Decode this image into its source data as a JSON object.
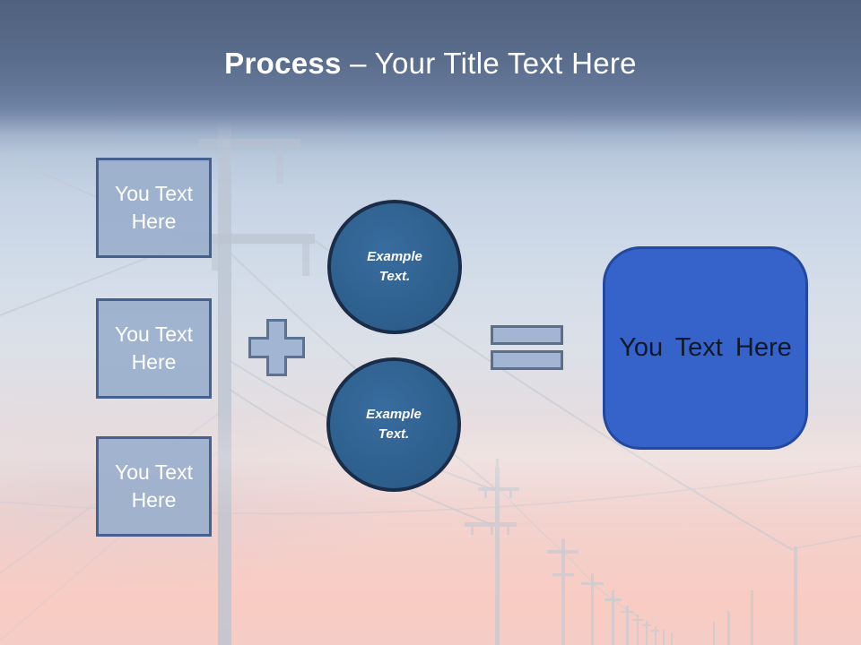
{
  "slide": {
    "title": {
      "bold": "Process",
      "rest": " – Your Title Text Here"
    },
    "input_boxes": [
      {
        "label": "You Text Here"
      },
      {
        "label": "You Text Here"
      },
      {
        "label": "You Text Here"
      }
    ],
    "operators": {
      "plus": "plus-sign",
      "equals": "equals-sign"
    },
    "example_circles": [
      {
        "label": "Example Text."
      },
      {
        "label": "Example Text."
      }
    ],
    "result_box": {
      "label": "You Text Here"
    },
    "background": "power-line-poles-at-sunset-photo",
    "colors": {
      "header_top": "#4F617D",
      "header_mid": "#7185A6",
      "sky_light": "#D2DCE9",
      "sunset_pink": "#F6CEC8",
      "box_fill": "#9BAFCC",
      "box_border": "#46618F",
      "operator_fill": "#A2B5D2",
      "operator_border": "#5C7294",
      "circle_fill": "#2F618F",
      "circle_border": "#1B2C49",
      "result_fill": "#3563CA",
      "result_border": "#24489E",
      "title_color": "#FFFFFF"
    }
  }
}
